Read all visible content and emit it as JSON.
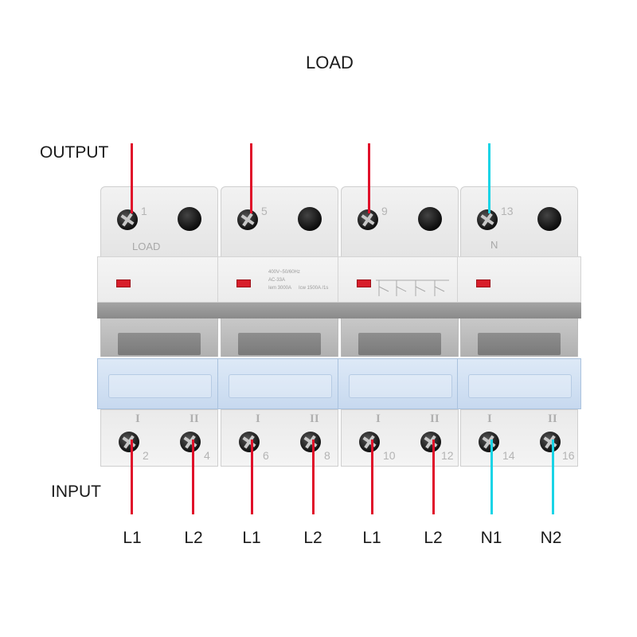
{
  "title": "LOAD",
  "output_label": "OUTPUT",
  "input_label": "INPUT",
  "colors": {
    "phase_wire": "#e0102a",
    "neutral_wire": "#19d4e6",
    "indicator": "#d81e2a",
    "cover": "#c7d9ef"
  },
  "modules": [
    {
      "top_terminal": "1",
      "plate": "LOAD",
      "bottom_left": "2",
      "bottom_right": "4",
      "roman_left": "I",
      "roman_right": "II"
    },
    {
      "top_terminal": "5",
      "plate": "",
      "bottom_left": "6",
      "bottom_right": "8",
      "roman_left": "I",
      "roman_right": "II",
      "rating_lines": [
        "400V~50/60Hz",
        "AC-33A",
        "Iem 3000A",
        "Icw 1500A /1s"
      ]
    },
    {
      "top_terminal": "9",
      "plate": "",
      "bottom_left": "10",
      "bottom_right": "12",
      "roman_left": "I",
      "roman_right": "II"
    },
    {
      "top_terminal": "13",
      "plate": "N",
      "bottom_left": "14",
      "bottom_right": "16",
      "roman_left": "I",
      "roman_right": "II"
    }
  ],
  "input_wires": [
    "L1",
    "L2",
    "L1",
    "L2",
    "L1",
    "L2",
    "N1",
    "N2"
  ]
}
